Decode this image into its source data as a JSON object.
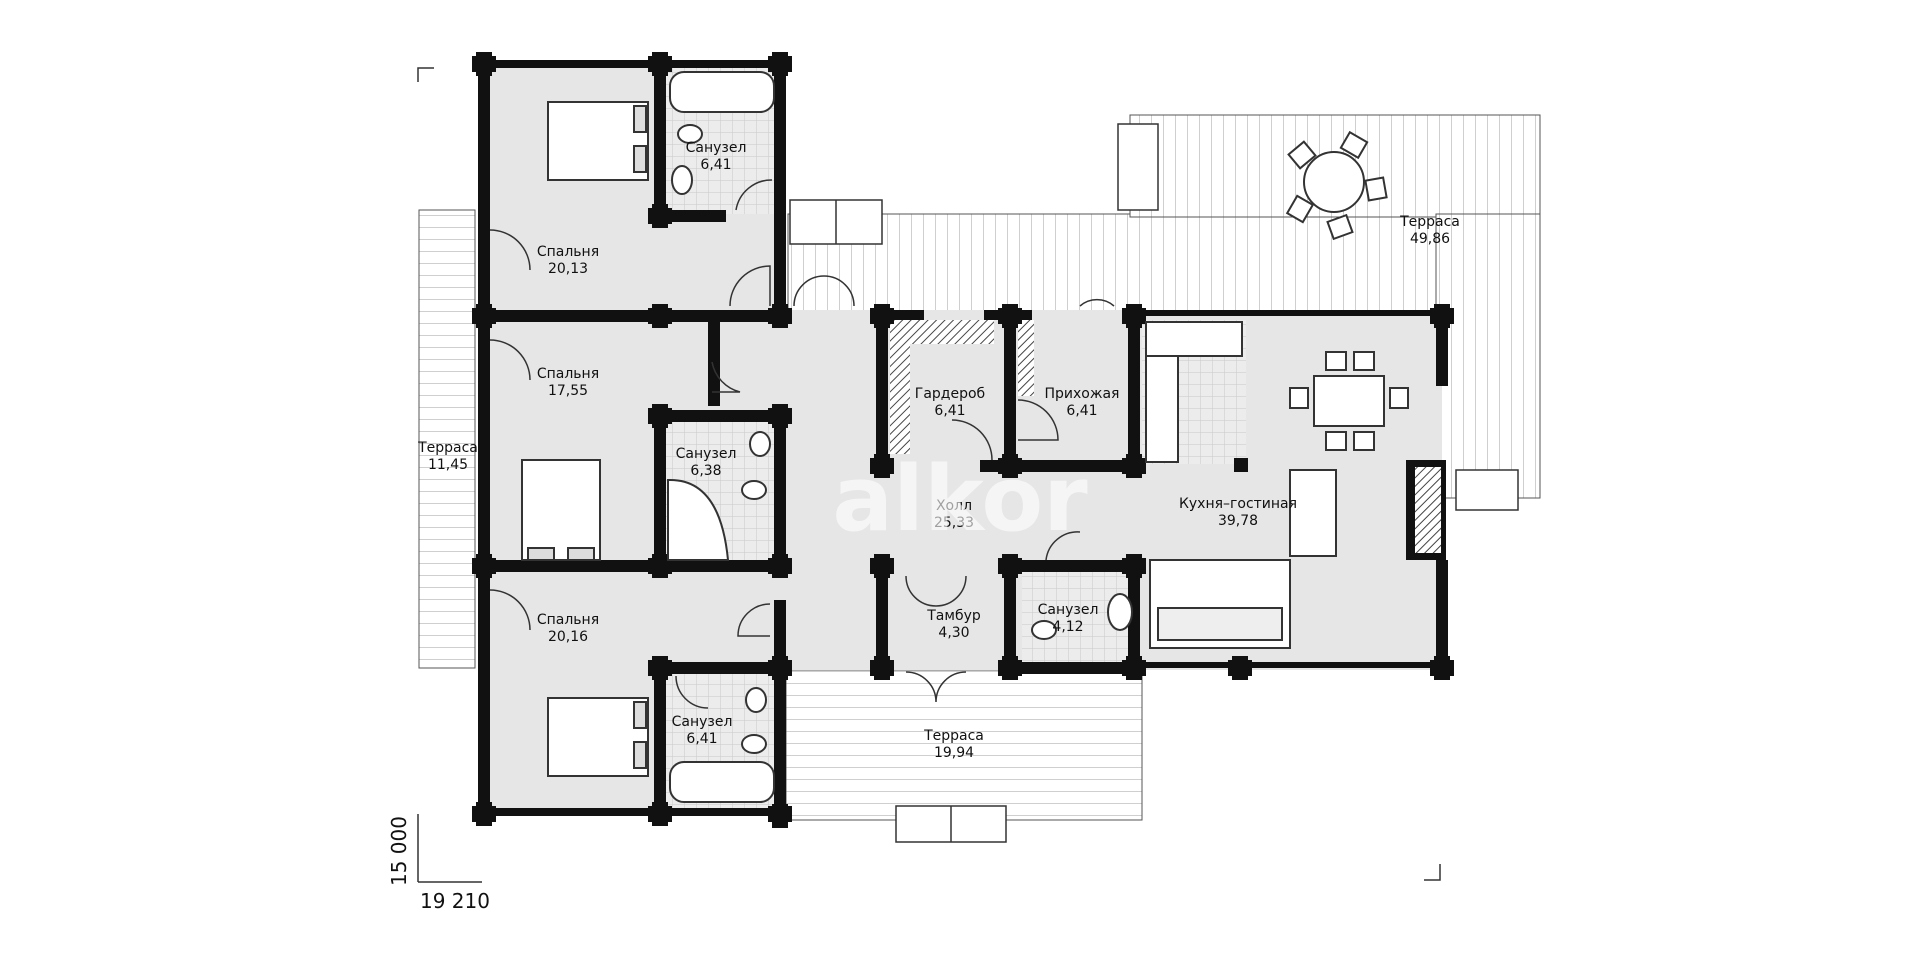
{
  "rooms": {
    "bedroom_top": {
      "name": "Спальня",
      "area": "20,13"
    },
    "bath_top": {
      "name": "Санузел",
      "area": "6,41"
    },
    "bedroom_mid": {
      "name": "Спальня",
      "area": "17,55"
    },
    "bath_mid": {
      "name": "Санузел",
      "area": "6,38"
    },
    "bedroom_bottom": {
      "name": "Спальня",
      "area": "20,16"
    },
    "bath_bottom": {
      "name": "Санузел",
      "area": "6,41"
    },
    "terrace_west": {
      "name": "Терраса",
      "area": "11,45"
    },
    "hall": {
      "name": "Холл",
      "area": "25,33"
    },
    "wardrobe": {
      "name": "Гардероб",
      "area": "6,41"
    },
    "entry": {
      "name": "Прихожая",
      "area": "6,41"
    },
    "vestibule": {
      "name": "Тамбур",
      "area": "4,30"
    },
    "bath_small": {
      "name": "Санузел",
      "area": "4,12"
    },
    "kitchen_living": {
      "name": "Кухня–гостиная",
      "area": "39,78"
    },
    "terrace_north": {
      "name": "Терраса",
      "area": "49,86"
    },
    "terrace_south": {
      "name": "Терраса",
      "area": "19,94"
    }
  },
  "dimensions": {
    "width": "19 210",
    "height": "15 000"
  },
  "watermark": "alkor",
  "colors": {
    "wall": "#111111",
    "floor": "#e6e6e6",
    "terrace": "#ffffff",
    "tile": "#d2d2d2",
    "hatch": "#555555"
  }
}
